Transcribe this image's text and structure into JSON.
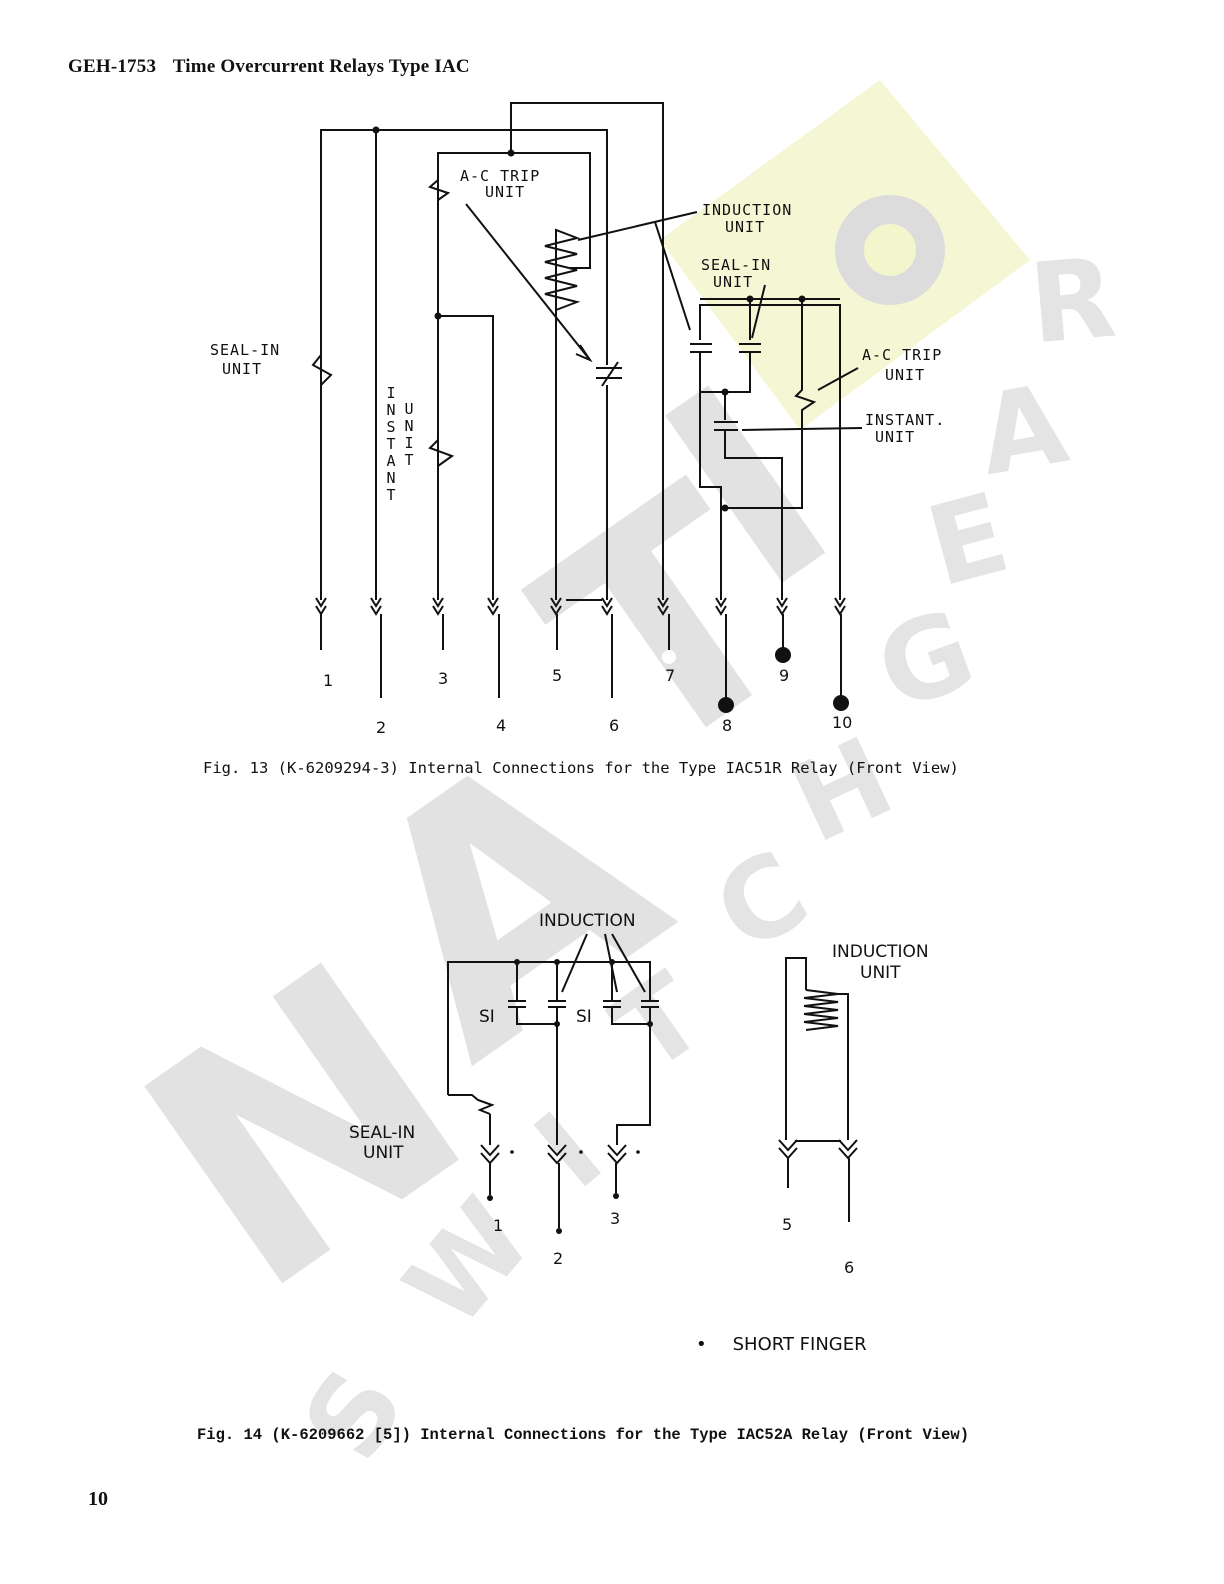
{
  "header": {
    "doc_number": "GEH-1753",
    "title": "Time Overcurrent Relays Type IAC"
  },
  "fig13": {
    "labels": {
      "ac_trip_unit": [
        "A-C TRIP",
        "UNIT"
      ],
      "induction_unit": [
        "INDUCTION",
        "UNIT"
      ],
      "seal_in_unit_right": [
        "SEAL-IN",
        "UNIT"
      ],
      "seal_in_unit_left": [
        "SEAL-IN",
        "UNIT"
      ],
      "instant_unit_vertical_1": "INSTANT",
      "instant_unit_vertical_2": "UNIT",
      "ac_trip_unit_right": [
        "A-C TRIP",
        "UNIT"
      ],
      "instant_unit_right": [
        "INSTANT.",
        "UNIT"
      ]
    },
    "terminals": [
      "1",
      "2",
      "3",
      "4",
      "5",
      "6",
      "7",
      "8",
      "9",
      "10"
    ],
    "caption": "Fig. 13 (K-6209294-3)  Internal Connections for the Type IAC51R Relay  (Front View)"
  },
  "fig14": {
    "labels": {
      "induction": "INDUCTION",
      "si_1": "SI",
      "si_2": "SI",
      "seal_in_unit": [
        "SEAL-IN",
        "UNIT"
      ],
      "induction_unit": [
        "INDUCTION",
        "UNIT"
      ]
    },
    "terminals": [
      "1",
      "2",
      "3",
      "5",
      "6"
    ],
    "legend": "SHORT FINGER",
    "caption": "Fig. 14  (K-6209662 [5])  Internal Connections for the Type IAC52A Relay (Front View)"
  },
  "watermark": {
    "letters_main": "NATIO",
    "letters_arc": "SWITCHGEAR",
    "colors": {
      "gray": "#d9d9d9",
      "yellow": "#f2f5c8"
    }
  },
  "page_number": "10"
}
